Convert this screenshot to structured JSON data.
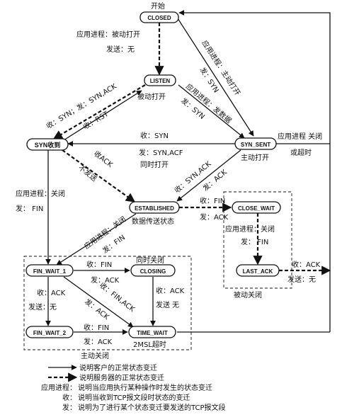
{
  "start_label": "开始",
  "states": {
    "closed": "CLOSED",
    "listen": "LISTEN",
    "syn_rcvd": "SYN收到",
    "syn_sent": "SYN_SENT",
    "established": "ESTABLISHED",
    "close_wait": "CLOSE_WAIT",
    "last_ack": "LAST_ACK",
    "fin_wait_1": "FIN_WAIT_1",
    "closing": "CLOSING",
    "fin_wait_2": "FIN_WAIT_2",
    "time_wait": "TIME_WAIT"
  },
  "labels": {
    "closed_listen_1": "应用进程：被动打开",
    "closed_listen_2": "发送：无",
    "passive_open": "被动打开",
    "listen_to_synrcvd": "收：SYN；发：SYN,ACK",
    "synrcvd_to_listen": "收：RST",
    "closed_synsent_1": "应用进程：主动打开",
    "closed_synsent_2": "发：SYN",
    "listen_synsent_1": "应用进程：发数据",
    "listen_synsent_2": "发：SYN",
    "synsent_closed_1": "应用进程 关闭",
    "synsent_closed_2": "或超时",
    "active_open": "主动打开",
    "simul_1": "收：SYN",
    "simul_2": "发：SYN,ACF",
    "simul_3": "同时打开",
    "synrcvd_est_1": "收ACK",
    "synrcvd_est_2": "不发送",
    "synsent_est_1": "收：SYN,ACK",
    "synsent_est_2": "发：ACK",
    "synrcvd_fw1_1": "应用进程：关闭",
    "synrcvd_fw1_2": "发：  FIN",
    "est_fw1_1": "应用进程：关闭",
    "est_fw1_2": "发：FIN",
    "est_cw_1": "收：FIN",
    "est_cw_2": "发：ACK",
    "data_transfer": "数据传送状态",
    "cw_la_1": "应用进程：关闭",
    "cw_la_2": "发：    FIN",
    "la_closed_1": "收：ACK",
    "la_closed_2": "发送：无",
    "passive_close": "被动关闭",
    "simul_close": "同时关闭",
    "fw1_closing_1": "收：FIN",
    "fw1_closing_2": "发：ACK",
    "fw1_tw_1": "收：FIN,ACK",
    "fw1_tw_2": "发：ACK",
    "closing_tw_1": "收：ACK",
    "closing_tw_2": "发送 无",
    "fw1_fw2_1": "收：ACK",
    "fw1_fw2_2": "发送：无",
    "fw2_tw_1": "收：FIN",
    "fw2_tw_2": "发：ACK",
    "timeout": "2MSL超时",
    "active_close": "主动关闭"
  },
  "legend": {
    "solid": "说明客户的正常状态变迁",
    "dashed": "说明服务器的正常状态变迁",
    "app_key": "应用进程：",
    "app": "说明当应用执行某种操作时发生的状态变迁",
    "recv_key": "收：",
    "recv": "说明当收到TCP报文段时状态的变迁",
    "send_key": "发：",
    "send": "说明为了进行某个状态变迁要发送的TCP报文段"
  }
}
